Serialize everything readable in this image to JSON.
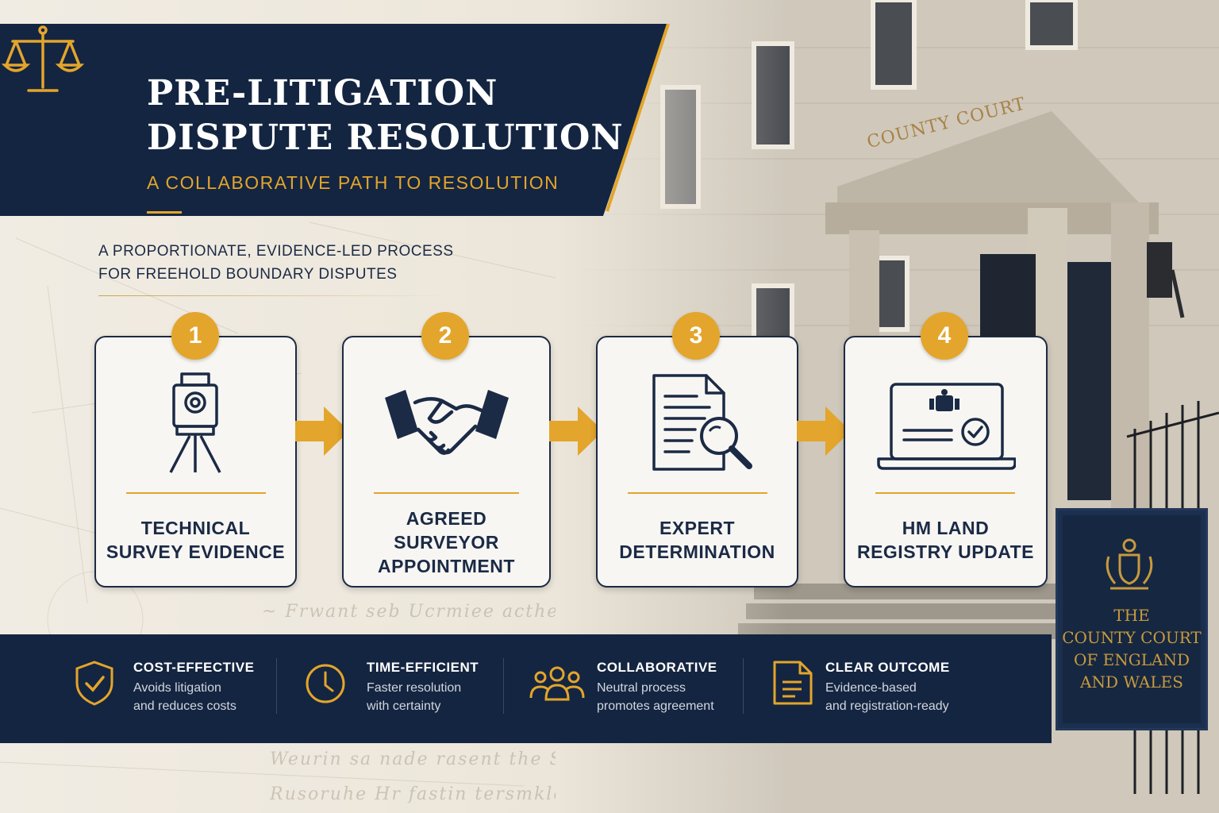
{
  "header": {
    "title_line1": "PRE-LITIGATION",
    "title_line2": "DISPUTE RESOLUTION",
    "subtitle": "A COLLABORATIVE PATH TO RESOLUTION"
  },
  "intro": {
    "line1": "A PROPORTIONATE, EVIDENCE-LED PROCESS",
    "line2": "FOR FREEHOLD BOUNDARY DISPUTES"
  },
  "steps": [
    {
      "number": "1",
      "icon": "theodolite-icon",
      "lines": [
        "TECHNICAL",
        "SURVEY EVIDENCE"
      ]
    },
    {
      "number": "2",
      "icon": "handshake-icon",
      "lines": [
        "AGREED",
        "SURVEYOR",
        "APPOINTMENT"
      ]
    },
    {
      "number": "3",
      "icon": "document-search-icon",
      "lines": [
        "EXPERT",
        "DETERMINATION"
      ]
    },
    {
      "number": "4",
      "icon": "laptop-check-icon",
      "lines": [
        "HM LAND",
        "REGISTRY UPDATE"
      ]
    }
  ],
  "benefits": [
    {
      "icon": "shield-check-icon",
      "title": "COST-EFFECTIVE",
      "line1": "Avoids litigation",
      "line2": "and reduces costs"
    },
    {
      "icon": "clock-icon",
      "title": "TIME-EFFICIENT",
      "line1": "Faster resolution",
      "line2": "with certainty"
    },
    {
      "icon": "people-group-icon",
      "title": "COLLABORATIVE",
      "line1": "Neutral process",
      "line2": "promotes agreement"
    },
    {
      "icon": "document-icon",
      "title": "CLEAR OUTCOME",
      "line1": "Evidence-based",
      "line2": "and registration-ready"
    }
  ],
  "background": {
    "building_lettering": "COUNTY COURT",
    "sign_lines": [
      "THE",
      "COUNTY COURT",
      "OF ENGLAND",
      "AND WALES"
    ]
  },
  "colors": {
    "navy": "#142541",
    "gold": "#e3a52b",
    "card": "#f7f6f3",
    "text_dark": "#1b2a45"
  }
}
